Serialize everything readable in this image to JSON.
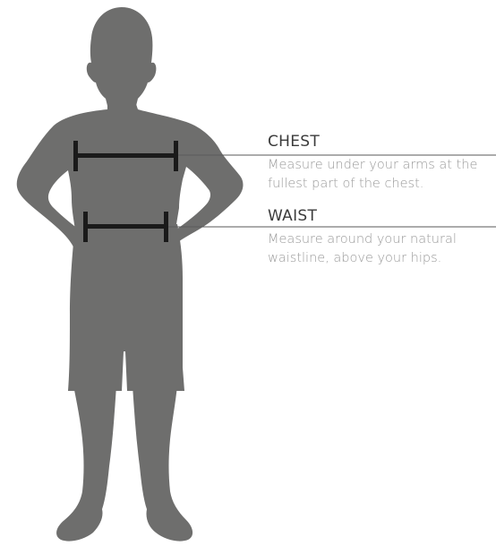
{
  "diagram": {
    "colors": {
      "silhouette": "#6e6e6d",
      "measure_bar": "#1a1a1a",
      "leader_line": "#5a5a5a",
      "title_text": "#3b3b3b",
      "desc_text": "#9a9a9a"
    },
    "measurements": [
      {
        "id": "chest",
        "title": "CHEST",
        "description": "Measure under your arms at the fullest part of the chest."
      },
      {
        "id": "waist",
        "title": "WAIST",
        "description": "Measure around your natural waistline, above your hips."
      }
    ]
  }
}
